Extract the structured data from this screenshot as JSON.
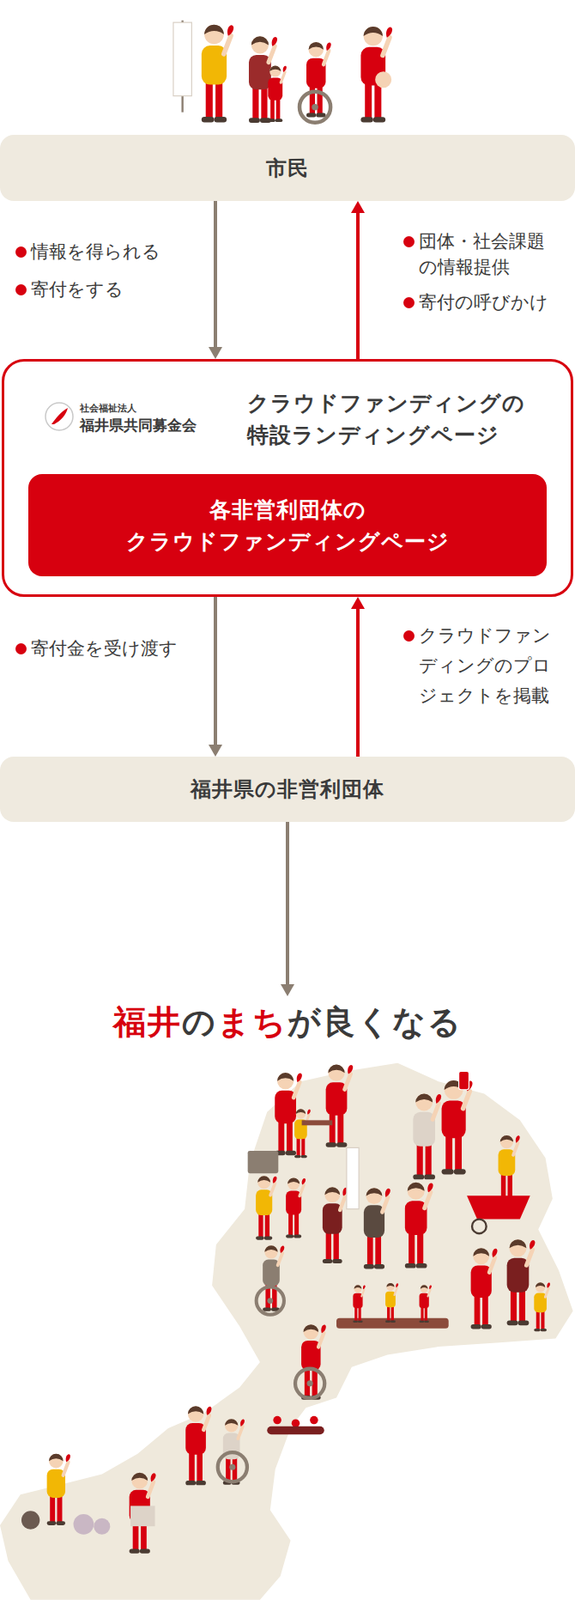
{
  "diagram": {
    "nodes": [
      {
        "text": [
          "市民"
        ]
      },
      {
        "text": [
          "社会福祉法人",
          "福井県共同募金会",
          "クラウドファンディングの 特設ランディングページ"
        ]
      },
      {
        "text": [
          "各非営利団体の クラウドファンディングページ"
        ],
        "in": 1
      },
      {
        "text": [
          "福井県の非営利団体"
        ]
      },
      {
        "text": [
          "福井のまちが良くなる"
        ]
      }
    ],
    "edges": [
      {
        "from": 0,
        "to": 1,
        "arrow": "to"
      },
      {
        "from": 1,
        "to": 0,
        "arrow": "to"
      },
      {
        "from": 1,
        "to": 3,
        "arrow": "to"
      },
      {
        "from": 3,
        "to": 1,
        "arrow": "to"
      },
      {
        "from": 3,
        "to": 4,
        "arrow": "to"
      }
    ],
    "labels": [
      "情報を得られる",
      "寄付をする",
      "団体・社会課題 の情報提供",
      "寄付の呼びかけ",
      "寄付金を受け渡す",
      "クラウドファン ディングのプロ ジェクトを掲載"
    ]
  }
}
